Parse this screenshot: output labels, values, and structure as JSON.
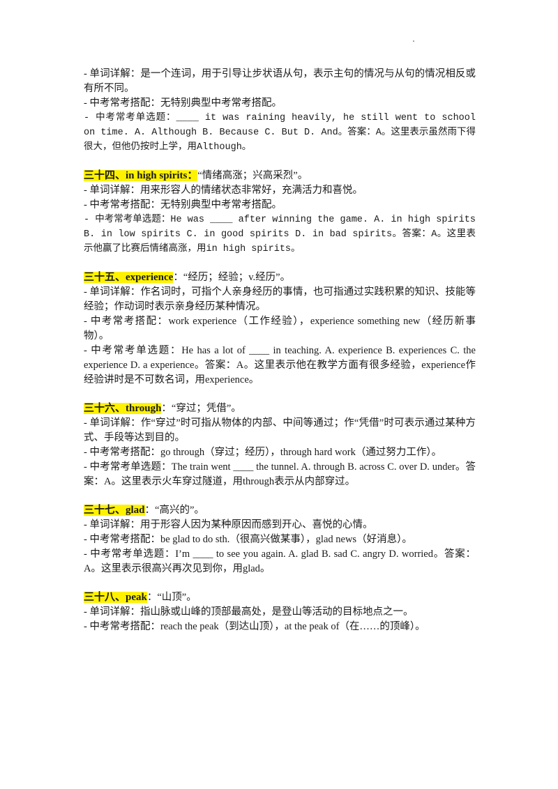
{
  "intro": {
    "lines": [
      "- 单词详解：是一个连词，用于引导让步状语从句，表示主句的情况与从句的情况相反或有所不同。",
      "- 中考常考搭配：无特别典型中考常考搭配。",
      "- 中考常考单选题：____ it was raining heavily, he still went to school on time. A. Although  B. Because  C. But  D. And。答案：A。这里表示虽然雨下得很大，但他仍按时上学，用Although。"
    ]
  },
  "sections": [
    {
      "heading": "三十四、in high spirits：",
      "meaning": "“情绪高涨；兴高采烈”。",
      "lines": [
        "- 单词详解：用来形容人的情绪状态非常好，充满活力和喜悦。",
        "- 中考常考搭配：无特别典型中考常考搭配。",
        "- 中考常考单选题：He was ____ after winning the game. A. in high spirits  B. in low spirits  C. in good spirits  D. in bad spirits。答案：A。这里表示他赢了比赛后情绪高涨，用in high spirits。"
      ]
    },
    {
      "heading": "三十五、experience",
      "meaning": "：“经历；经验；v.经历”。",
      "lines": [
        "- 单词详解：作名词时，可指个人亲身经历的事情，也可指通过实践积累的知识、技能等经验；作动词时表示亲身经历某种情况。",
        "- 中考常考搭配：work experience（工作经验），experience something new（经历新事物）。",
        "- 中考常考单选题：He has a lot of ____ in teaching. A. experience  B. experiences  C. the experience  D. a experience。答案：A。这里表示他在教学方面有很多经验，experience作经验讲时是不可数名词，用experience。"
      ]
    },
    {
      "heading": "三十六、through",
      "meaning": "：“穿过；凭借”。",
      "lines": [
        "- 单词详解：作“穿过”时可指从物体的内部、中间等通过；作“凭借”时可表示通过某种方式、手段等达到目的。",
        "- 中考常考搭配：go through（穿过；经历），through hard work（通过努力工作）。",
        "- 中考常考单选题：The train went ____ the tunnel. A. through  B. across  C. over  D. under。答案：A。这里表示火车穿过隧道，用through表示从内部穿过。"
      ]
    },
    {
      "heading": "三十七、glad",
      "meaning": "：“高兴的”。",
      "lines": [
        "- 单词详解：用于形容人因为某种原因而感到开心、喜悦的心情。",
        "- 中考常考搭配：be glad to do sth.（很高兴做某事），glad news（好消息）。",
        "- 中考常考单选题：I’m ____ to see you again. A. glad  B. sad  C. angry  D. worried。答案：A。这里表示很高兴再次见到你，用glad。"
      ]
    },
    {
      "heading": "三十八、peak",
      "meaning": "：“山顶”。",
      "lines": [
        "- 单词详解：指山脉或山峰的顶部最高处，是登山等活动的目标地点之一。",
        "- 中考常考搭配：reach the peak（到达山顶），at the peak of（在……的顶峰）。"
      ]
    }
  ]
}
